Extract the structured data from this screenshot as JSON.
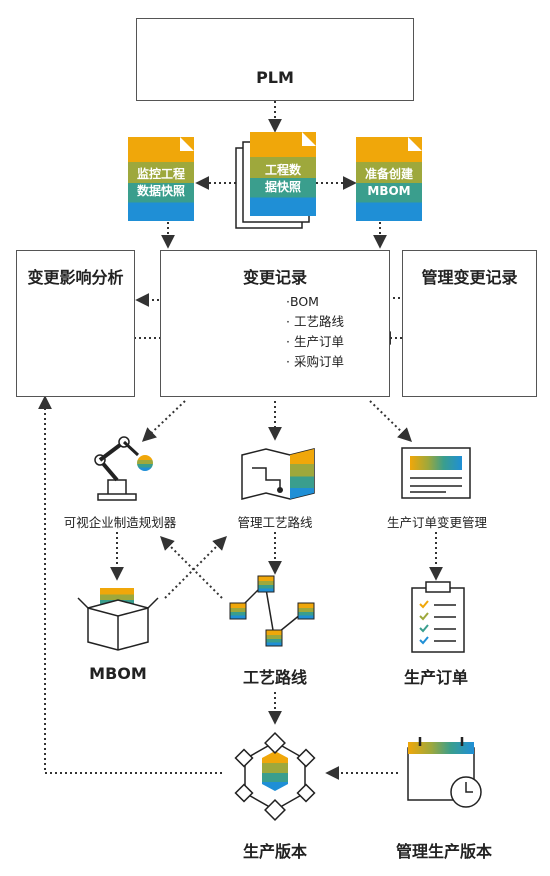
{
  "plm": {
    "label": "PLM"
  },
  "docs": {
    "monitor": "监控工程数据快照",
    "monitor_lines": [
      "监控工程",
      "数据快照"
    ],
    "snapshot_lines": [
      "工程数",
      "据快照"
    ],
    "prepare_lines": [
      "准备创建",
      "MBOM"
    ]
  },
  "change_record": {
    "title": "变更记录",
    "items": [
      "·BOM",
      "· 工艺路线",
      "· 生产订单",
      "· 采购订单"
    ]
  },
  "impact": {
    "title": "变更影响分析"
  },
  "manage_change": {
    "title": "管理变更记录"
  },
  "tools": {
    "planner": "可视企业制造规划器",
    "routing_mgmt": "管理工艺路线",
    "order_change": "生产订单变更管理"
  },
  "outputs": {
    "mbom": "MBOM",
    "routing": "工艺路线",
    "order": "生产订单",
    "version": "生产版本",
    "manage_version": "管理生产版本"
  },
  "colors": {
    "orange": "#f0a70a",
    "olive": "#9ea83c",
    "teal": "#3a9e8d",
    "blue": "#1f8fd6",
    "line": "#333333"
  }
}
